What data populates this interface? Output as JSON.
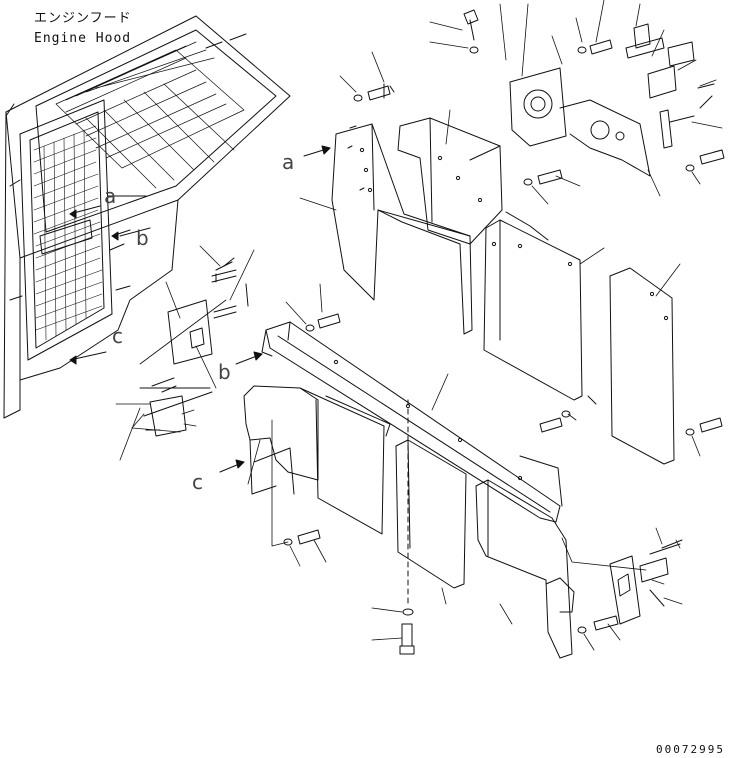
{
  "title": {
    "japanese": "エンジンフード",
    "english": "Engine Hood"
  },
  "reference_letters": {
    "a": "a",
    "b": "b",
    "c": "c"
  },
  "drawing_number": "00072995",
  "colors": {
    "line": "#111111",
    "paper": "#ffffff"
  }
}
